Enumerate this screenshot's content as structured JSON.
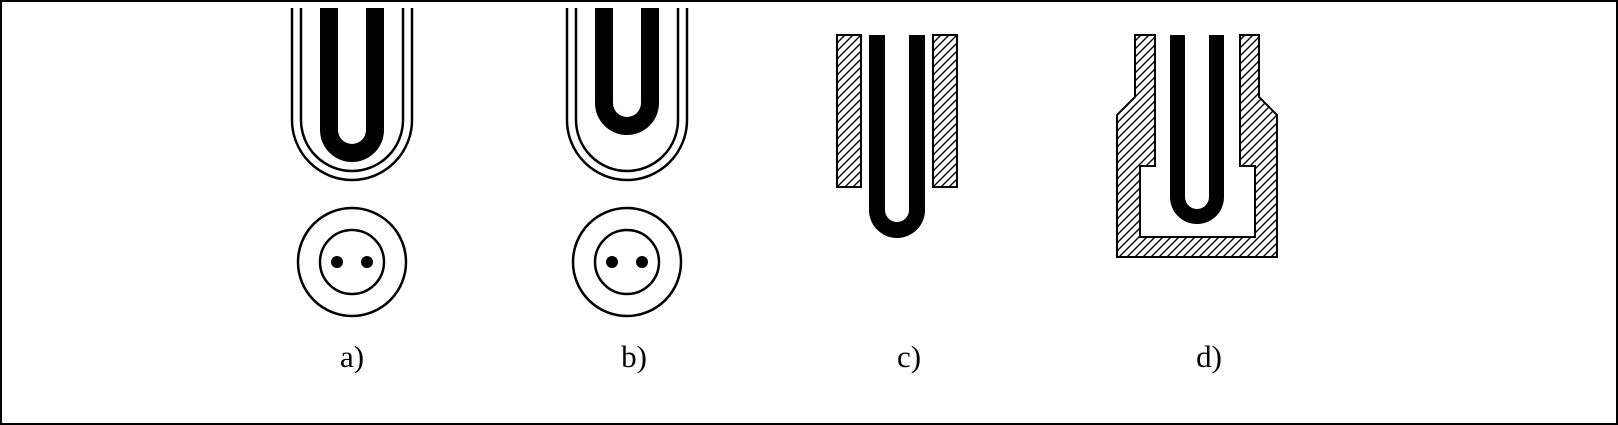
{
  "figure_labels": {
    "a": "a)",
    "b": "b)",
    "c": "c)",
    "d": "d)"
  },
  "colors": {
    "ink": "#000000",
    "background": "#ffffff"
  }
}
